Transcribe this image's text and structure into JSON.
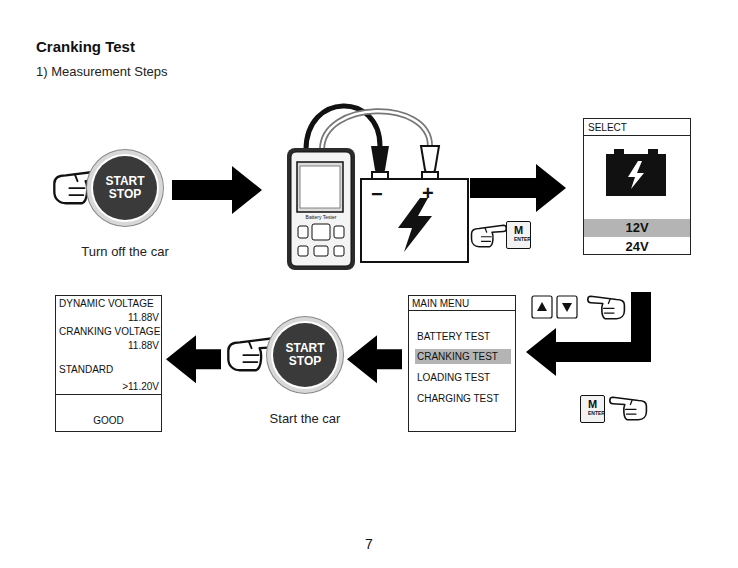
{
  "diagram": {
    "title": "Cranking Test",
    "nodes": [
      {
        "text": [
          "START STOP",
          "Turn off the car"
        ]
      },
      {
        "text": [
          "M ENTER"
        ]
      },
      {
        "text": [
          "SELECT",
          "12V",
          "24V"
        ]
      },
      {
        "text": [
          "DYNAMIC VOLTAGE",
          "11.88V",
          "CRANKING VOLTAGE",
          "11.88V",
          "STANDARD",
          ">11.20V",
          "GOOD"
        ]
      },
      {
        "text": [
          "START STOP",
          "Start the car"
        ]
      },
      {
        "text": [
          "MAIN MENU",
          "BATTERY TEST",
          "CRANKING TEST",
          "LOADING TEST",
          "CHARGING TEST"
        ]
      },
      {
        "text": [
          "M ENTER"
        ]
      }
    ],
    "edges": [
      {
        "from": 2,
        "to": 5,
        "arrow": "to"
      },
      {
        "from": 5,
        "to": 4,
        "arrow": "to"
      },
      {
        "from": 4,
        "to": 3,
        "arrow": "to"
      }
    ],
    "labels": [
      "1) Measurement Steps",
      "Battery Tester",
      "−",
      "+",
      "7"
    ]
  }
}
